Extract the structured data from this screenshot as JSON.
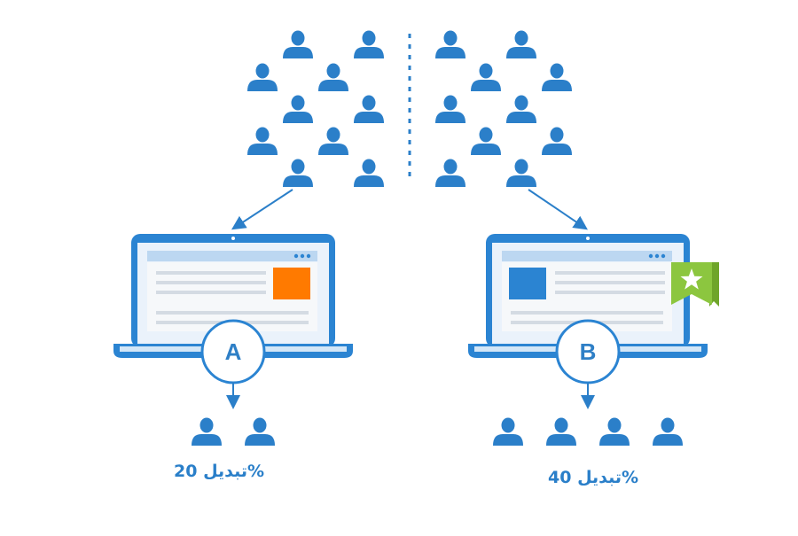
{
  "variants": [
    {
      "id": "A",
      "letter": "A",
      "conversion_label": "تبديل 20%",
      "converted_users": 2,
      "content_block_color": "#ff7a00",
      "highlighted": false
    },
    {
      "id": "B",
      "letter": "B",
      "conversion_label": "تبديل 40%",
      "converted_users": 4,
      "content_block_color": "#2b84d2",
      "highlighted": true
    }
  ],
  "colors": {
    "user": "#2b7fc9",
    "screen_bezel": "#2b84d2",
    "screen_fill": "#f4f8fd",
    "text_line": "#d4dbe3",
    "accent_green": "#8cc63f"
  },
  "icons": {
    "user": "user-icon",
    "winner": "star-bookmark-icon",
    "divider": "dotted-divider"
  }
}
